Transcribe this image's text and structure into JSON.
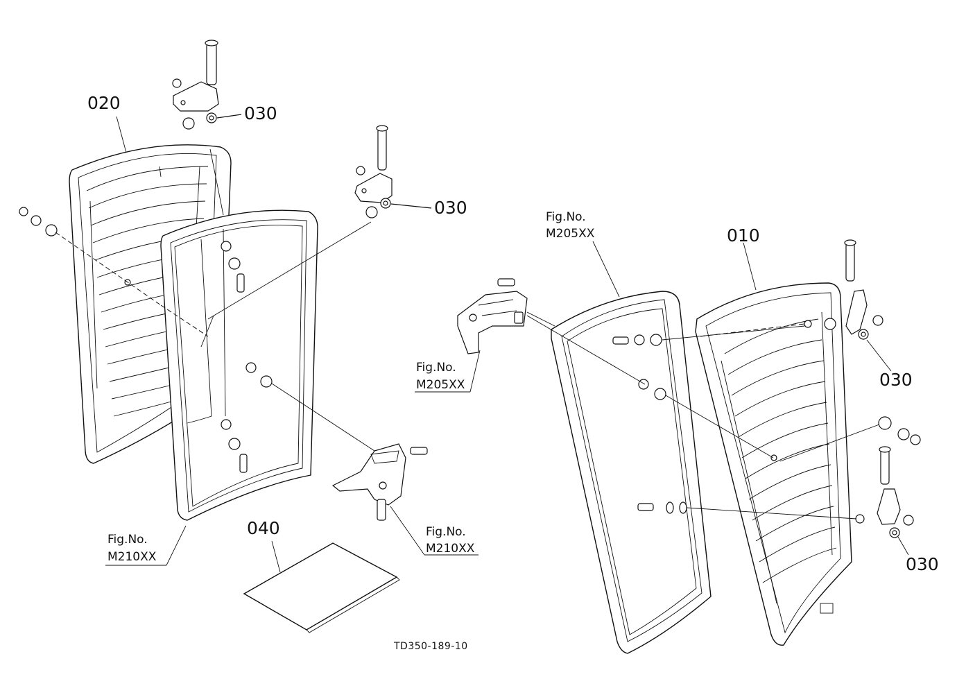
{
  "labels": {
    "part_010": "010",
    "part_020": "020",
    "part_030_a": "030",
    "part_030_b": "030",
    "part_030_c": "030",
    "part_030_d": "030",
    "part_040": "040"
  },
  "references": {
    "fig_m205_upper_title": "Fig.No.",
    "fig_m205_upper_code": "M205XX",
    "fig_m205_lower_title": "Fig.No.",
    "fig_m205_lower_code": "M205XX",
    "fig_m210_left_title": "Fig.No.",
    "fig_m210_left_code": "M210XX",
    "fig_m210_right_title": "Fig.No.",
    "fig_m210_right_code": "M210XX"
  },
  "drawing_id": "TD350-189-10"
}
